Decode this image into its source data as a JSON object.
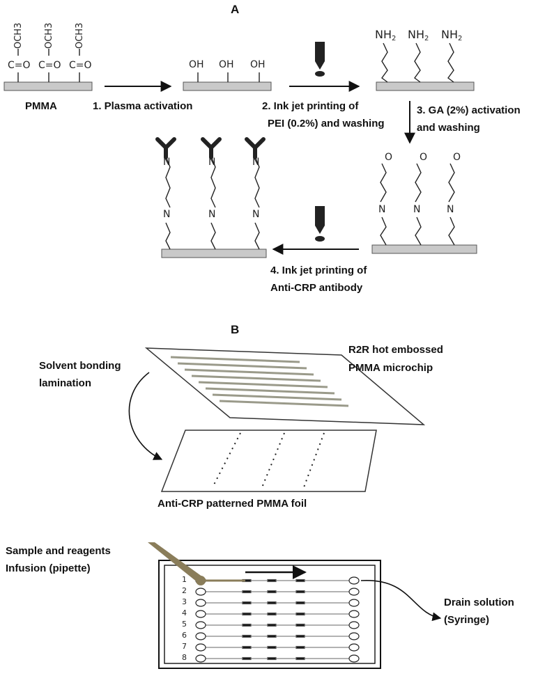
{
  "panel_a": {
    "title": "A",
    "substrate_label": "PMMA",
    "group_ester": "C=O",
    "group_ester_v": "OCH3",
    "group_oh": "OH",
    "group_nh2": "NH2",
    "group_n": "N",
    "group_o": "O",
    "step1": "1. Plasma activation",
    "step2_line1": "2. Ink jet printing of",
    "step2_line2": "PEI (0.2%) and washing",
    "step3_line1": "3. GA (2%) activation",
    "step3_line2": "and washing",
    "step4_line1": "4. Ink jet printing of",
    "step4_line2": "Anti-CRP antibody"
  },
  "panel_b": {
    "title": "B",
    "microchip_line1": "R2R hot embossed",
    "microchip_line2": "PMMA microchip",
    "bonding_line1": "Solvent bonding",
    "bonding_line2": "lamination",
    "foil_label": "Anti-CRP patterned PMMA foil",
    "sample_line1": "Sample and reagents",
    "sample_line2": "Infusion (pipette)",
    "drain_line1": "Drain solution",
    "drain_line2": "(Syringe)",
    "channel_numbers": [
      "1",
      "2",
      "3",
      "4",
      "5",
      "6",
      "7",
      "8"
    ]
  },
  "colors": {
    "substrate_fill": "#c9c9c9",
    "channel_stripe": "#9a9a8a",
    "pipette": "#8a7d5a",
    "ink": "#222222"
  }
}
